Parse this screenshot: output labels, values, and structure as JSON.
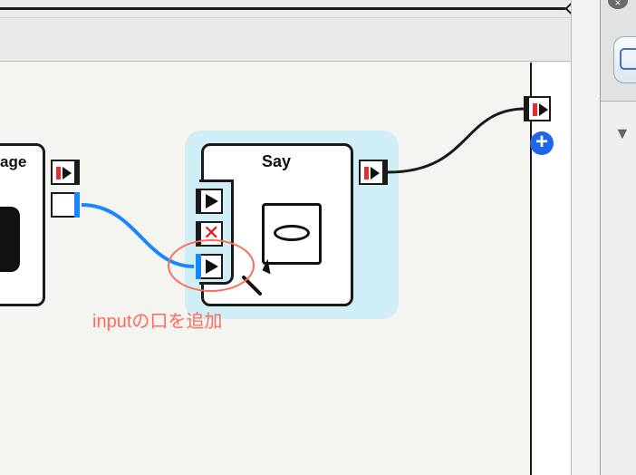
{
  "boxes": {
    "left": {
      "title": "age"
    },
    "say": {
      "title": "Say"
    }
  },
  "annotation": {
    "text": "inputの口を追加"
  },
  "icons": {
    "play": "play-icon",
    "redbar": "onstart-input-icon",
    "stop": "onstop-input-icon",
    "add": "add-output-icon",
    "speech": "speech-bubble-icon",
    "resize": "resize-handle-icon"
  },
  "colors": {
    "selection": "#cfeef6",
    "wire_active": "#1886ff",
    "annotation": "#ff6b5b",
    "add_button": "#1f66e8"
  }
}
